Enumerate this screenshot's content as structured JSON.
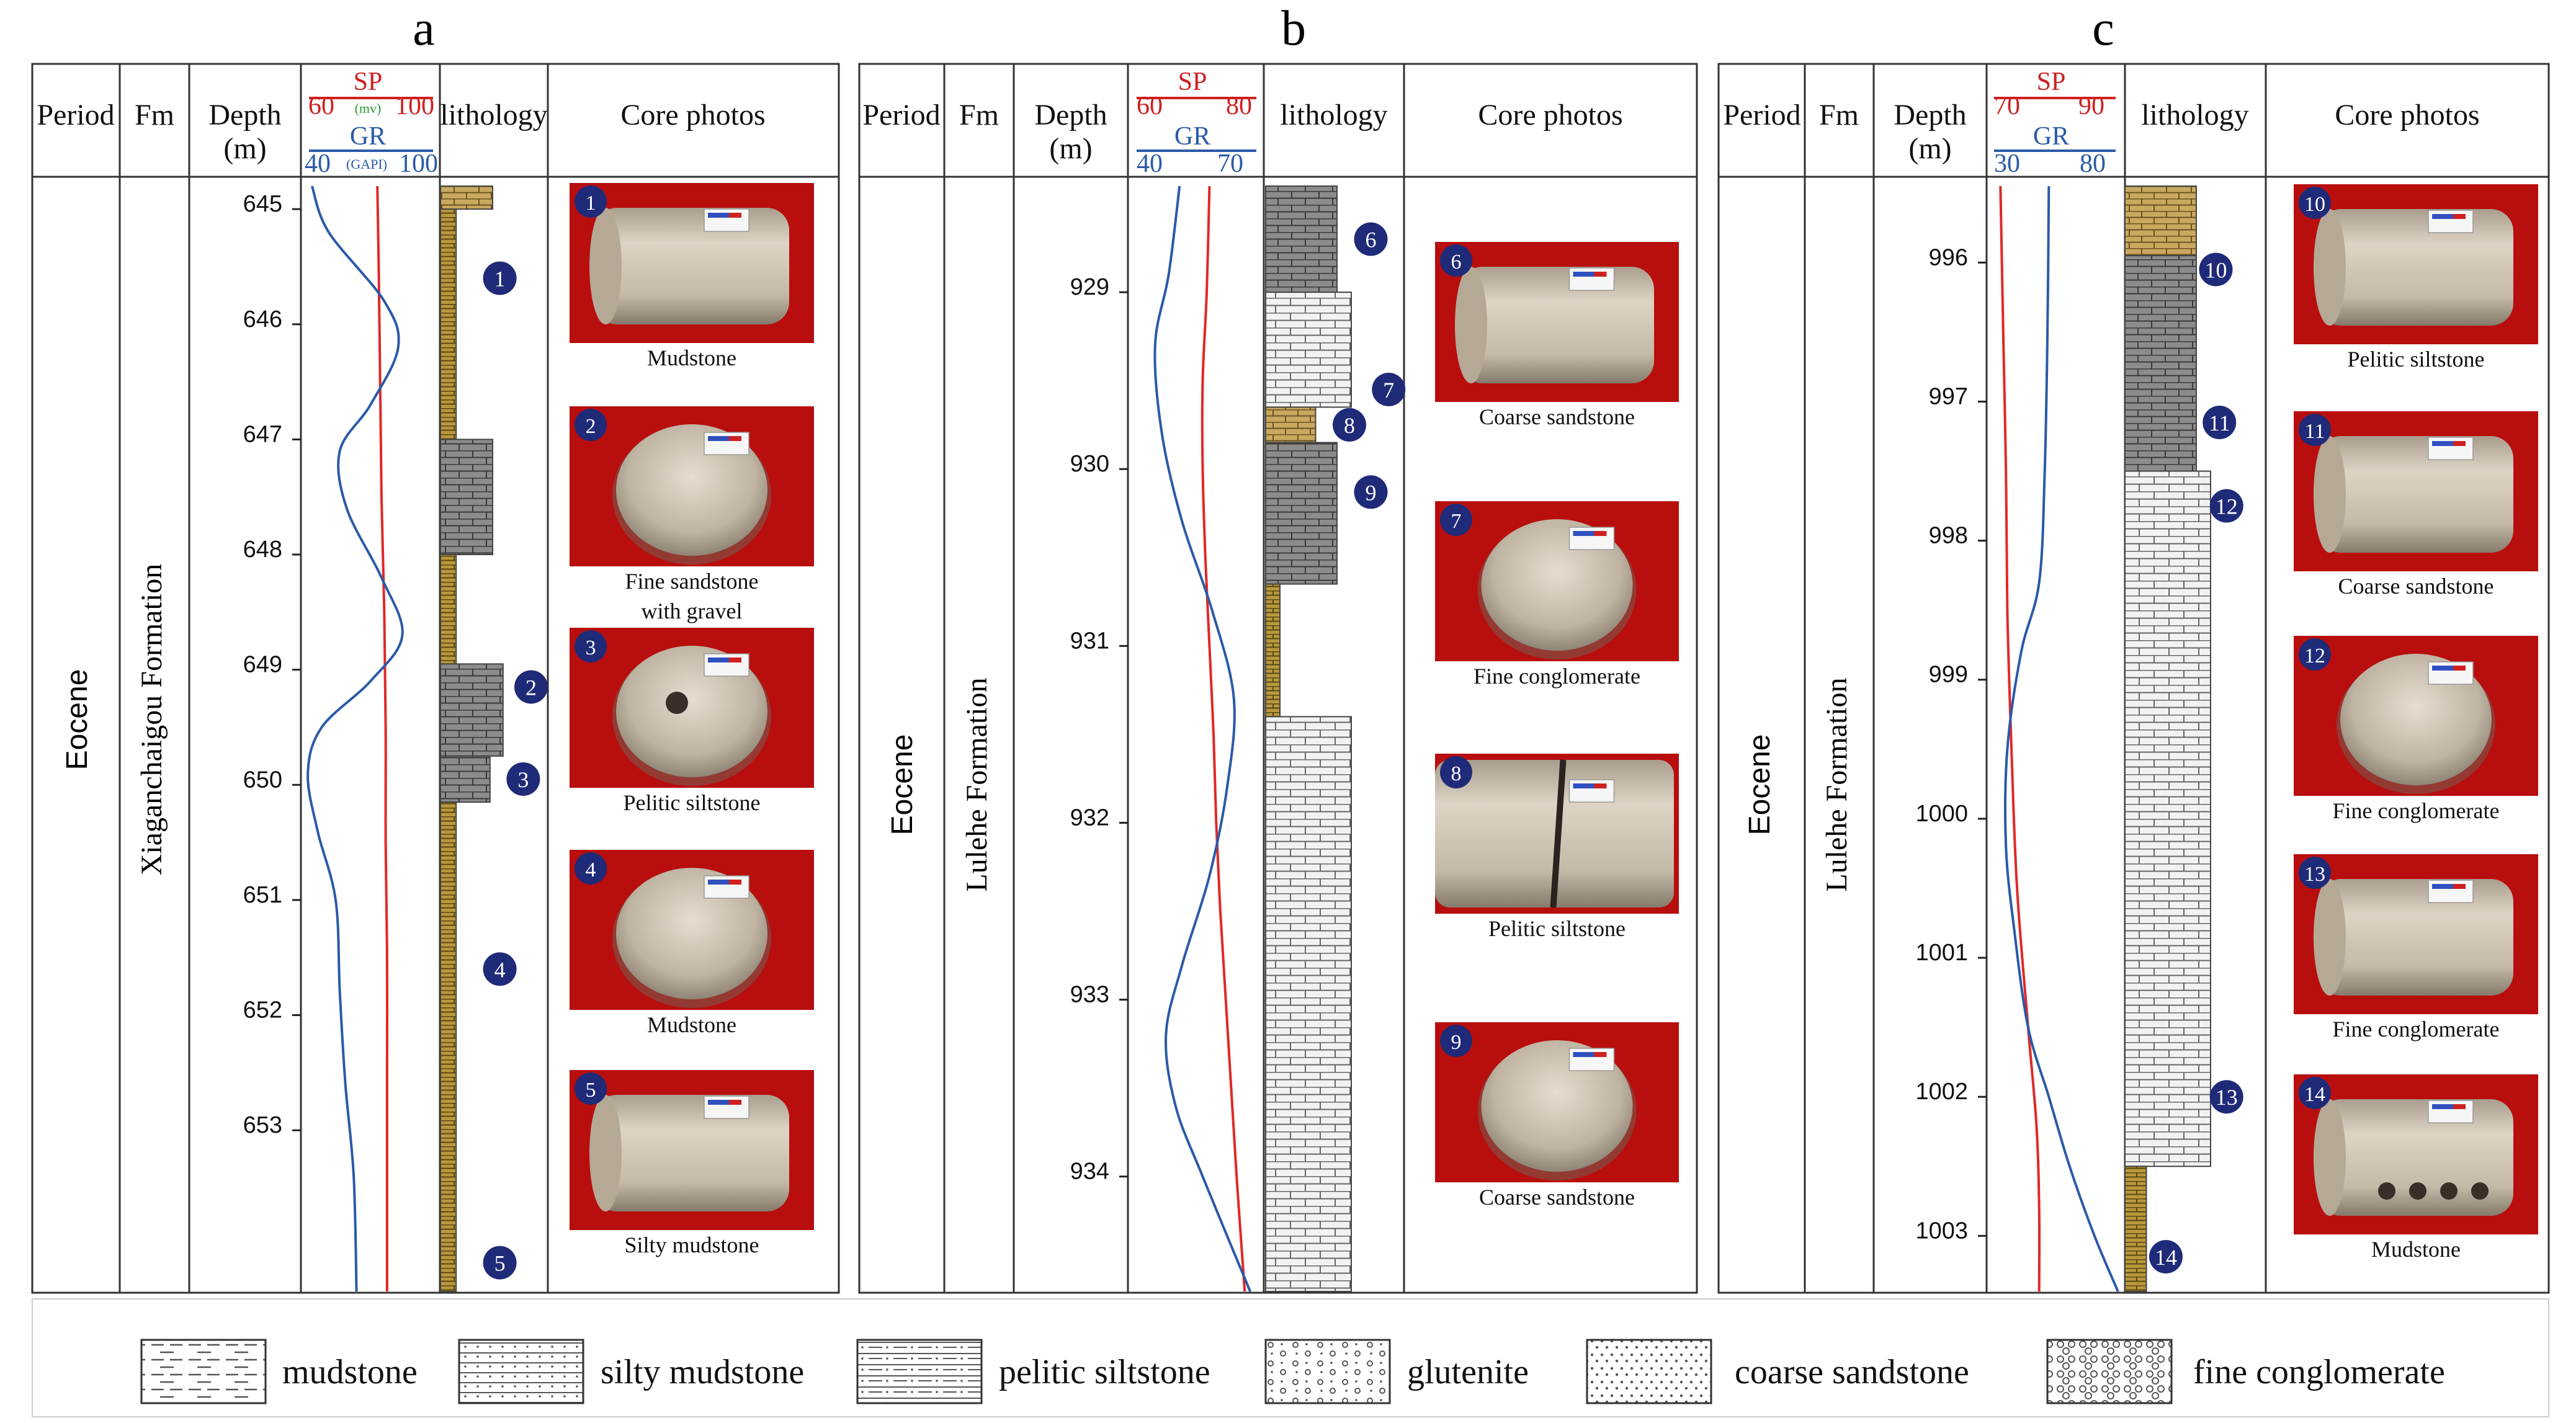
{
  "colors": {
    "sp": "#e02828",
    "gr": "#2a5aa8",
    "marker": "#1f2a78",
    "mud_fill": "#c9a860",
    "dark_fill": "#8c8c8c",
    "light_fill": "#f2f2f2",
    "photo_bg": "#c81010"
  },
  "panels": [
    {
      "letter": "a",
      "headers": {
        "period": "Period",
        "fm": "Fm",
        "depth": "Depth",
        "depth_unit": "(m)",
        "lithology": "lithology",
        "photos": "Core photos"
      },
      "sp": {
        "label": "SP",
        "min": "60",
        "unit": "(mv)",
        "max": "100"
      },
      "gr": {
        "label": "GR",
        "min": "40",
        "unit": "(GAPI)",
        "max": "100"
      },
      "period": "Eocene",
      "formation": "Xiaganchaigou Formation",
      "depth_ticks": [
        "645",
        "646",
        "647",
        "648",
        "649",
        "650",
        "651",
        "652",
        "653"
      ],
      "depth_range": [
        644.8,
        654.4
      ],
      "lith": [
        {
          "top": 644.8,
          "bottom": 645.0,
          "type": "mud",
          "w": 1.0
        },
        {
          "top": 645.0,
          "bottom": 647.0,
          "type": "thin",
          "w": 0.3
        },
        {
          "top": 647.0,
          "bottom": 648.0,
          "type": "dark",
          "w": 1.0
        },
        {
          "top": 648.0,
          "bottom": 648.95,
          "type": "thin",
          "w": 0.3
        },
        {
          "top": 648.95,
          "bottom": 649.75,
          "type": "dark",
          "w": 1.2
        },
        {
          "top": 649.75,
          "bottom": 650.15,
          "type": "dark",
          "w": 0.95
        },
        {
          "top": 650.15,
          "bottom": 654.4,
          "type": "thin",
          "w": 0.3
        }
      ],
      "markers": [
        {
          "n": "1",
          "depth": 645.6,
          "off": 0.9
        },
        {
          "n": "2",
          "depth": 649.15,
          "off": 1.5
        },
        {
          "n": "3",
          "depth": 649.95,
          "off": 1.35
        },
        {
          "n": "4",
          "depth": 651.6,
          "off": 0.9
        },
        {
          "n": "5",
          "depth": 654.15,
          "off": 0.9
        }
      ],
      "sp_curve": [
        [
          644.8,
          0.55
        ],
        [
          645.5,
          0.56
        ],
        [
          646.5,
          0.57
        ],
        [
          647.5,
          0.58
        ],
        [
          648.5,
          0.6
        ],
        [
          649.5,
          0.61
        ],
        [
          650.5,
          0.61
        ],
        [
          651.5,
          0.62
        ],
        [
          652.5,
          0.62
        ],
        [
          653.5,
          0.62
        ],
        [
          654.4,
          0.62
        ]
      ],
      "gr_curve": [
        [
          644.8,
          0.08
        ],
        [
          645.2,
          0.2
        ],
        [
          645.8,
          0.6
        ],
        [
          646.2,
          0.7
        ],
        [
          646.7,
          0.5
        ],
        [
          647.1,
          0.28
        ],
        [
          647.6,
          0.33
        ],
        [
          648.2,
          0.58
        ],
        [
          648.7,
          0.73
        ],
        [
          649.1,
          0.5
        ],
        [
          649.5,
          0.15
        ],
        [
          649.9,
          0.05
        ],
        [
          650.4,
          0.12
        ],
        [
          651.0,
          0.25
        ],
        [
          651.8,
          0.28
        ],
        [
          652.6,
          0.32
        ],
        [
          653.4,
          0.38
        ],
        [
          654.4,
          0.4
        ]
      ],
      "photos": [
        {
          "n": "1",
          "caption1": "Mudstone",
          "caption2": "",
          "shape": "side"
        },
        {
          "n": "2",
          "caption1": "Fine sandstone",
          "caption2": "with gravel",
          "shape": "end"
        },
        {
          "n": "3",
          "caption1": "Pelitic siltstone",
          "caption2": "",
          "shape": "hole"
        },
        {
          "n": "4",
          "caption1": "Mudstone",
          "caption2": "",
          "shape": "end"
        },
        {
          "n": "5",
          "caption1": "Silty mudstone",
          "caption2": "",
          "shape": "side"
        }
      ]
    },
    {
      "letter": "b",
      "headers": {
        "period": "Period",
        "fm": "Fm",
        "depth": "Depth",
        "depth_unit": "(m)",
        "lithology": "lithology",
        "photos": "Core photos"
      },
      "sp": {
        "label": "SP",
        "min": "60",
        "unit": "",
        "max": "80"
      },
      "gr": {
        "label": "GR",
        "min": "40",
        "unit": "",
        "max": "70"
      },
      "period": "Eocene",
      "formation": "Lulehe Formation",
      "depth_ticks": [
        "929",
        "930",
        "931",
        "932",
        "933",
        "934"
      ],
      "depth_range": [
        928.4,
        934.65
      ],
      "lith": [
        {
          "top": 928.4,
          "bottom": 929.0,
          "type": "dark",
          "w": 1.0
        },
        {
          "top": 929.0,
          "bottom": 929.65,
          "type": "light",
          "w": 1.2
        },
        {
          "top": 929.65,
          "bottom": 929.85,
          "type": "mud",
          "w": 0.7
        },
        {
          "top": 929.85,
          "bottom": 930.65,
          "type": "dark",
          "w": 1.0
        },
        {
          "top": 930.65,
          "bottom": 931.4,
          "type": "thin",
          "w": 0.2
        },
        {
          "top": 931.4,
          "bottom": 934.65,
          "type": "light",
          "w": 1.2
        }
      ],
      "markers": [
        {
          "n": "6",
          "depth": 928.7,
          "off": 1.3
        },
        {
          "n": "7",
          "depth": 929.55,
          "off": 1.55
        },
        {
          "n": "8",
          "depth": 929.75,
          "off": 1.0
        },
        {
          "n": "9",
          "depth": 930.13,
          "off": 1.3
        }
      ],
      "sp_curve": [
        [
          928.4,
          0.6
        ],
        [
          929.0,
          0.58
        ],
        [
          929.5,
          0.55
        ],
        [
          930.0,
          0.55
        ],
        [
          930.5,
          0.57
        ],
        [
          931.0,
          0.6
        ],
        [
          931.5,
          0.63
        ],
        [
          932.0,
          0.65
        ],
        [
          932.5,
          0.68
        ],
        [
          933.0,
          0.72
        ],
        [
          933.5,
          0.76
        ],
        [
          934.0,
          0.8
        ],
        [
          934.65,
          0.86
        ]
      ],
      "gr_curve": [
        [
          928.4,
          0.38
        ],
        [
          928.9,
          0.3
        ],
        [
          929.3,
          0.2
        ],
        [
          929.8,
          0.25
        ],
        [
          930.3,
          0.4
        ],
        [
          930.8,
          0.62
        ],
        [
          931.3,
          0.78
        ],
        [
          931.8,
          0.73
        ],
        [
          932.3,
          0.6
        ],
        [
          932.8,
          0.4
        ],
        [
          933.2,
          0.28
        ],
        [
          933.6,
          0.35
        ],
        [
          934.0,
          0.55
        ],
        [
          934.65,
          0.9
        ]
      ],
      "photos": [
        {
          "n": "6",
          "caption1": "Coarse sandstone",
          "caption2": "",
          "shape": "side"
        },
        {
          "n": "7",
          "caption1": "Fine conglomerate",
          "caption2": "",
          "shape": "end"
        },
        {
          "n": "8",
          "caption1": "Pelitic siltstone",
          "caption2": "",
          "shape": "split"
        },
        {
          "n": "9",
          "caption1": "Coarse sandstone",
          "caption2": "",
          "shape": "end"
        }
      ]
    },
    {
      "letter": "c",
      "headers": {
        "period": "Period",
        "fm": "Fm",
        "depth": "Depth",
        "depth_unit": "(m)",
        "lithology": "lithology",
        "photos": "Core photos"
      },
      "sp": {
        "label": "SP",
        "min": "70",
        "unit": "",
        "max": "90"
      },
      "gr": {
        "label": "GR",
        "min": "30",
        "unit": "",
        "max": "80"
      },
      "period": "Eocene",
      "formation": "Lulehe Formation",
      "depth_ticks": [
        "996",
        "997",
        "998",
        "999",
        "1000",
        "1001",
        "1002",
        "1003"
      ],
      "depth_range": [
        995.45,
        1003.4
      ],
      "lith": [
        {
          "top": 995.45,
          "bottom": 995.95,
          "type": "mud",
          "w": 1.0
        },
        {
          "top": 995.95,
          "bottom": 997.5,
          "type": "dark",
          "w": 1.0
        },
        {
          "top": 997.5,
          "bottom": 1002.5,
          "type": "light",
          "w": 1.2
        },
        {
          "top": 1002.5,
          "bottom": 1003.4,
          "type": "thin",
          "w": 0.3
        }
      ],
      "markers": [
        {
          "n": "10",
          "depth": 996.05,
          "off": 1.1
        },
        {
          "n": "11",
          "depth": 997.15,
          "off": 1.15
        },
        {
          "n": "12",
          "depth": 997.75,
          "off": 1.25
        },
        {
          "n": "13",
          "depth": 1002.0,
          "off": 1.25
        },
        {
          "n": "14",
          "depth": 1003.15,
          "off": 0.4
        }
      ],
      "sp_curve": [
        [
          995.45,
          0.1
        ],
        [
          996.5,
          0.12
        ],
        [
          997.5,
          0.14
        ],
        [
          998.5,
          0.15
        ],
        [
          999.5,
          0.18
        ],
        [
          1000.5,
          0.22
        ],
        [
          1001.5,
          0.3
        ],
        [
          1002.2,
          0.36
        ],
        [
          1002.8,
          0.38
        ],
        [
          1003.4,
          0.38
        ]
      ],
      "gr_curve": [
        [
          995.45,
          0.45
        ],
        [
          996.5,
          0.44
        ],
        [
          997.5,
          0.42
        ],
        [
          998.3,
          0.38
        ],
        [
          998.8,
          0.25
        ],
        [
          999.5,
          0.15
        ],
        [
          1000.2,
          0.14
        ],
        [
          1000.8,
          0.2
        ],
        [
          1001.5,
          0.3
        ],
        [
          1002.0,
          0.45
        ],
        [
          1002.5,
          0.6
        ],
        [
          1003.0,
          0.78
        ],
        [
          1003.4,
          0.95
        ]
      ],
      "photos": [
        {
          "n": "10",
          "caption1": "Pelitic siltstone",
          "caption2": "",
          "shape": "side"
        },
        {
          "n": "11",
          "caption1": "Coarse sandstone",
          "caption2": "",
          "shape": "side"
        },
        {
          "n": "12",
          "caption1": "Fine conglomerate",
          "caption2": "",
          "shape": "end"
        },
        {
          "n": "13",
          "caption1": "Fine conglomerate",
          "caption2": "",
          "shape": "side"
        },
        {
          "n": "14",
          "caption1": "Mudstone",
          "caption2": "",
          "shape": "holes"
        }
      ]
    }
  ],
  "legend": [
    {
      "label": "mudstone",
      "pattern": "mudstone"
    },
    {
      "label": "silty mudstone",
      "pattern": "silty"
    },
    {
      "label": "pelitic siltstone",
      "pattern": "pelitic"
    },
    {
      "label": "glutenite",
      "pattern": "glutenite"
    },
    {
      "label": "coarse sandstone",
      "pattern": "coarse"
    },
    {
      "label": "fine conglomerate",
      "pattern": "conglomerate"
    }
  ]
}
